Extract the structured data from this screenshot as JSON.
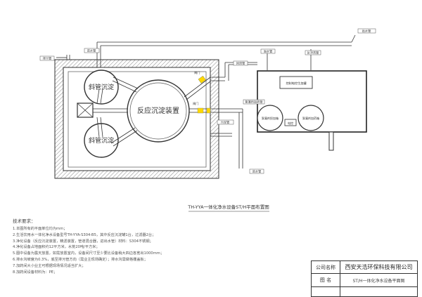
{
  "drawing": {
    "title": "TH-YYA一体化净水设备ST/H平面布置图",
    "tanks": {
      "top": "斜管沉淀",
      "bottom": "斜管沉淀",
      "center": "反应沉淀装置"
    },
    "pipes": {
      "outlet_top_right": "出水管",
      "inlet": "进水管",
      "drain": "排污管",
      "overflow": "溢水管",
      "backwash": "反冲洗管",
      "dosing": "絮凝剂加药管",
      "return": "回流管",
      "sludge": "污泥管",
      "water_in": "进水管"
    },
    "valves": {
      "v1": "闸门",
      "v2": "闸门"
    },
    "equipment_room": {
      "pump": "控制电控生加罐",
      "tank_left": "絮凝剂投加箱",
      "tank_right": "絮凝剂加药箱",
      "control": "电控"
    }
  },
  "notes": {
    "heading": "技术要求：",
    "lines": [
      "1.本图所有的平面单位均为mm；",
      "2.生活饮用水一体化净水设备型号TH-YYA-S304-B5，其中反应沉淀罐1台，过滤器2台；",
      "3.净化设备（反应沉淀装置，精滤装置，管道混合器，进出水管）材料：S304不锈钢；",
      "4.净化设备占地面积约12平方米，水荒20吨/平方米；",
      "5.图中设备为露天放置，如需放置室内，设备间尺寸至少要比设备稍大四边各宽出1000mm；",
      "6.排水沟坡度为0.3%，底至排污管方向（需业主现场确定）；排水沟需做格栅盖板；",
      "7.加药间大小业主可根据现场情况适当扩大；",
      "8.加药间设备材料为：PE；"
    ]
  },
  "title_block": {
    "company_label": "公司名称",
    "company_name": "西安天浩环保科技有限公司",
    "drawing_label": "图  名",
    "drawing_name": "ST/H一体化净水设备平面图"
  }
}
